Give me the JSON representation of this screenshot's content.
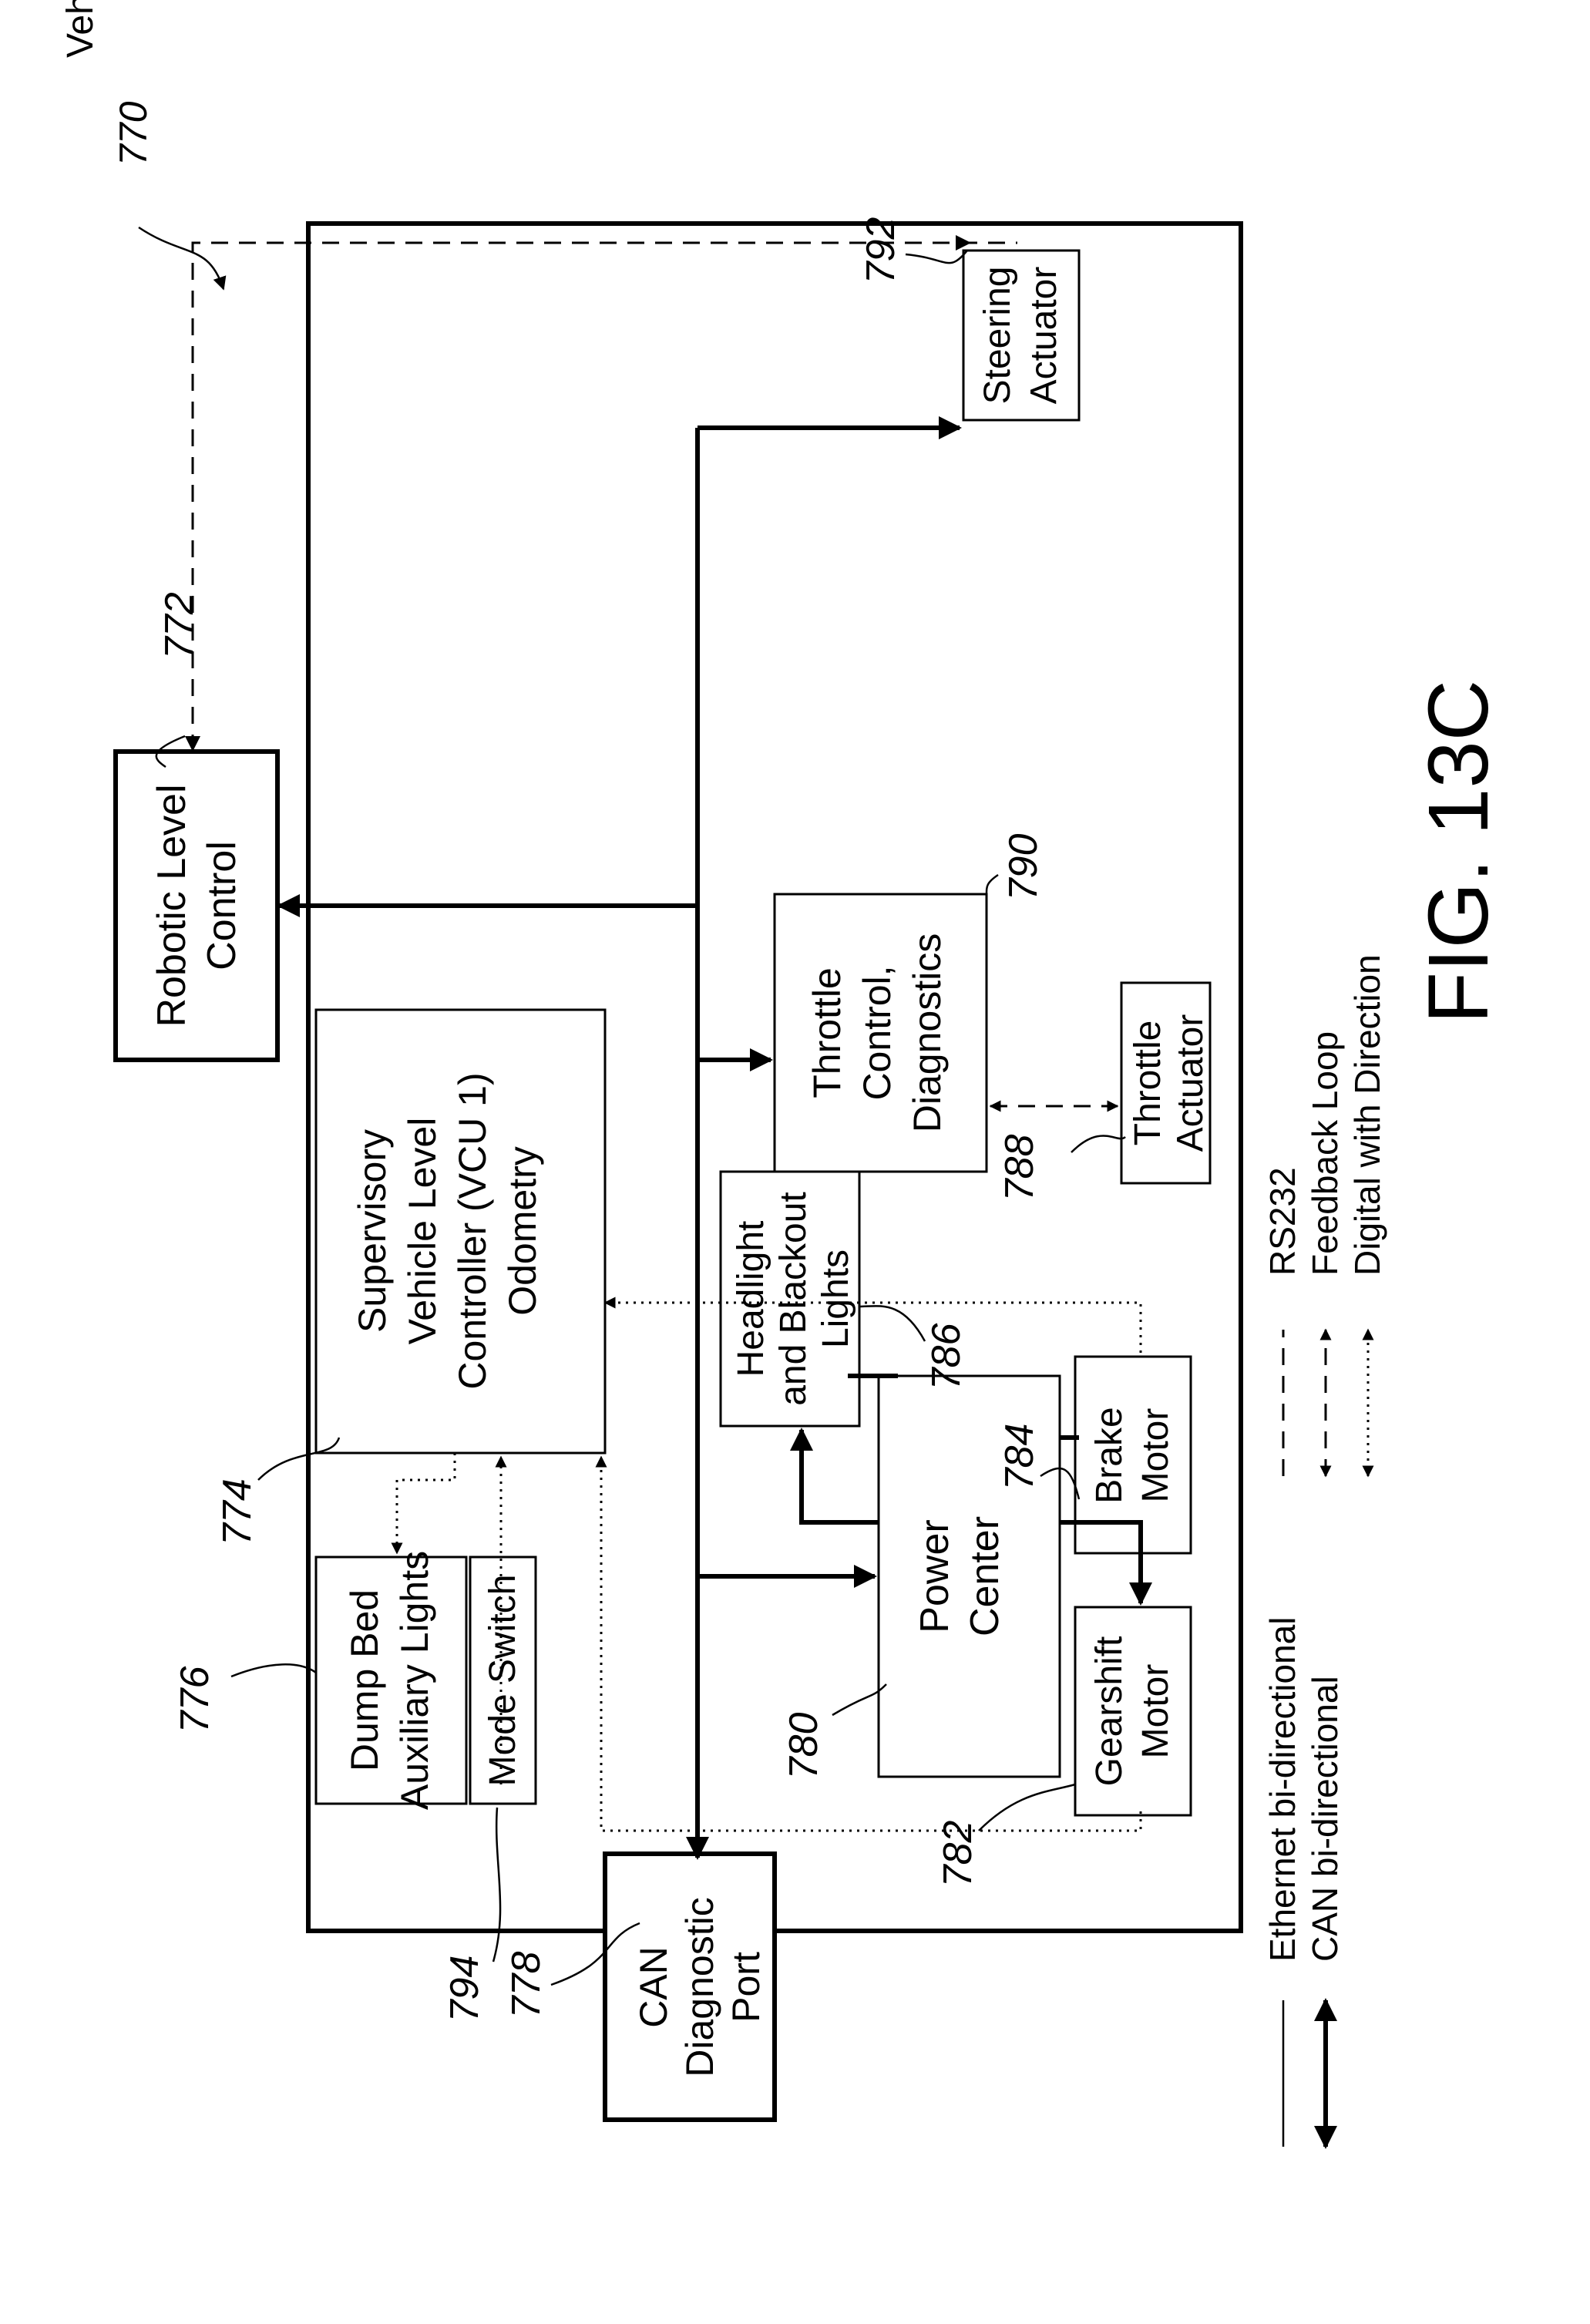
{
  "figure_label": "FIG. 13C",
  "header": {
    "title": "Vehicle Level Control",
    "ref": "770"
  },
  "blocks": {
    "robotic": {
      "lines": [
        "Robotic Level",
        "Control"
      ],
      "ref": "772"
    },
    "supervisory": {
      "lines": [
        "Supervisory",
        "Vehicle Level",
        "Controller (VCU 1)",
        "Odometry"
      ],
      "ref": "774"
    },
    "dump_bed": {
      "lines": [
        "Dump Bed",
        "Auxiliary Lights"
      ],
      "ref": "776"
    },
    "mode_switch": {
      "lines": [
        "Mode Switch"
      ],
      "ref": "794"
    },
    "can_port": {
      "lines": [
        "CAN",
        "Diagnostic",
        "Port"
      ],
      "ref": "778"
    },
    "power_center": {
      "lines": [
        "Power",
        "Center"
      ],
      "ref": "780"
    },
    "gearshift": {
      "lines": [
        "Gearshift",
        "Motor"
      ],
      "ref": "782"
    },
    "brake": {
      "lines": [
        "Brake",
        "Motor"
      ],
      "ref": "784"
    },
    "headlight": {
      "lines": [
        "Headlight",
        "and Blackout",
        "Lights"
      ],
      "ref": "786"
    },
    "throttle_actuator": {
      "lines": [
        "Throttle",
        "Actuator"
      ],
      "ref": "788"
    },
    "throttle_control": {
      "lines": [
        "Throttle",
        "Control,",
        "Diagnostics"
      ],
      "ref": "790"
    },
    "steering": {
      "lines": [
        "Steering",
        "Actuator"
      ],
      "ref": "792"
    }
  },
  "legend": {
    "ethernet": "Ethernet bi-directional",
    "can": "CAN bi-directional",
    "rs232": "RS232",
    "feedback": "Feedback Loop",
    "digital": "Digital with Direction"
  }
}
